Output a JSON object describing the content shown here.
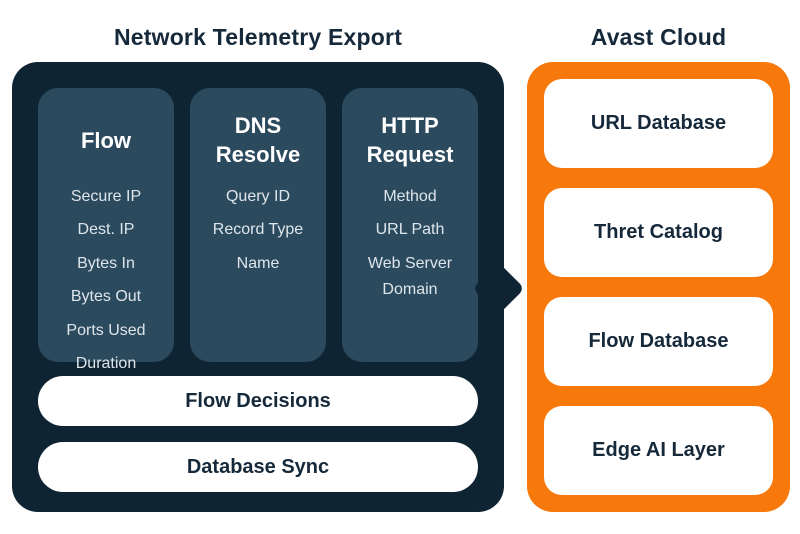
{
  "colors": {
    "background": "#ffffff",
    "dark_panel": "#0e2433",
    "inner_card": "#2c4a5e",
    "orange_panel": "#f8790b",
    "dark_text": "#16293a",
    "light_text": "#dee6eb"
  },
  "titles": {
    "left": "Network Telemetry Export",
    "right": "Avast Cloud"
  },
  "telemetry": {
    "cards": [
      {
        "title": "Flow",
        "items": [
          "Secure IP",
          "Dest. IP",
          "Bytes In",
          "Bytes Out",
          "Ports Used",
          "Duration"
        ]
      },
      {
        "title": "DNS\nResolve",
        "items": [
          "Query ID",
          "Record Type",
          "Name"
        ]
      },
      {
        "title": "HTTP\nRequest",
        "items": [
          "Method",
          "URL Path",
          "Web Server Domain"
        ]
      }
    ],
    "bars": {
      "flow_decisions": "Flow Decisions",
      "database_sync": "Database Sync"
    }
  },
  "cloud": {
    "cards": [
      "URL Database",
      "Thret Catalog",
      "Flow Database",
      "Edge AI Layer"
    ]
  }
}
